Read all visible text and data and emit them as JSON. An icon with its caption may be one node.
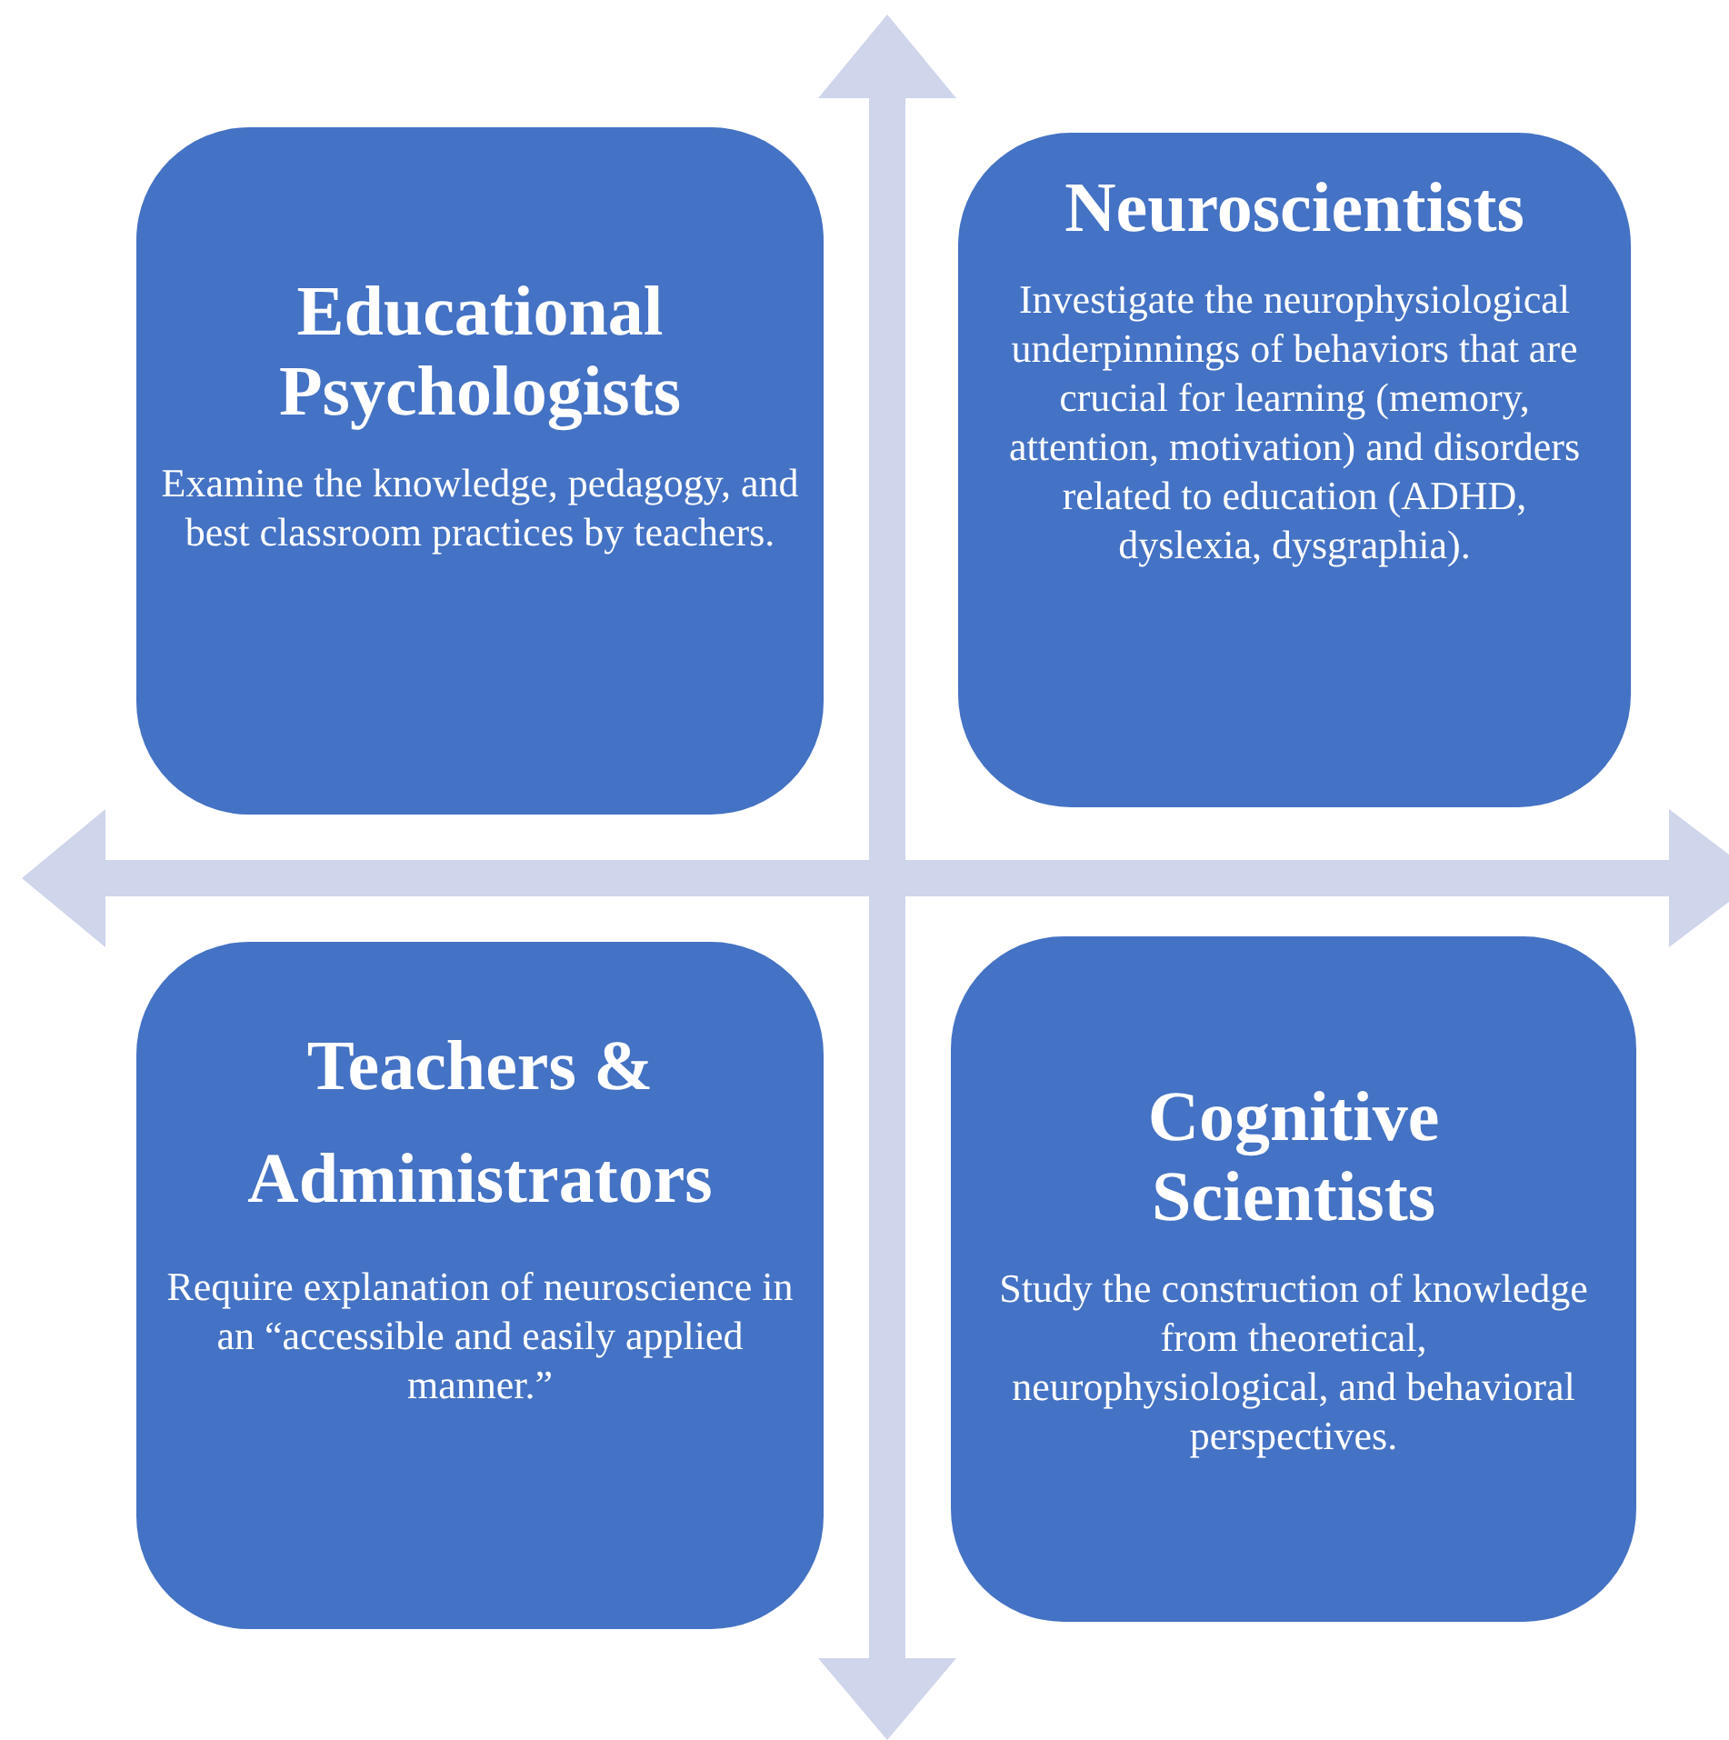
{
  "diagram": {
    "nodes": [
      {
        "text": [
          "Educational Psychologists",
          "Examine the knowledge, pedagogy, and best classroom practices by teachers."
        ]
      },
      {
        "text": [
          "Neuroscientists",
          "Investigate the neurophysiological underpinnings of behaviors that are crucial for learning (memory, attention, motivation) and disorders related to education (ADHD, dyslexia, dysgraphia)."
        ]
      },
      {
        "text": [
          "Teachers & Administrators",
          "Require explanation of neuroscience in an “accessible and easily applied manner.”"
        ]
      },
      {
        "text": [
          "Cognitive Scientists",
          "Study the construction of knowledge from theoretical, neurophysiological, and behavioral perspectives."
        ]
      }
    ]
  }
}
